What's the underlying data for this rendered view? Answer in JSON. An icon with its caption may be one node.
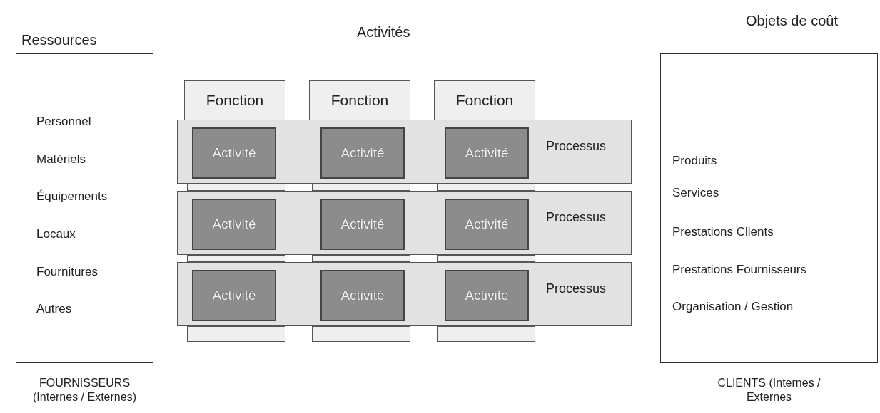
{
  "diagram": {
    "nodes": [
      {
        "text": [
          "Ressources",
          "Personnel",
          "Matériels",
          "Équipements",
          "Locaux",
          "Fournitures",
          "Autres"
        ],
        "beside": [
          "FOURNISSEURS (Internes / Externes)"
        ]
      },
      {
        "text": [
          "Fonction"
        ]
      },
      {
        "text": [
          "Fonction"
        ]
      },
      {
        "text": [
          "Fonction"
        ]
      },
      {
        "text": [
          "Processus"
        ]
      },
      {
        "text": [
          "Activité"
        ],
        "in": 4
      },
      {
        "text": [
          "Activité"
        ],
        "in": 4
      },
      {
        "text": [
          "Activité"
        ],
        "in": 4
      },
      {
        "text": [
          "Processus"
        ]
      },
      {
        "text": [
          "Activité"
        ],
        "in": 8
      },
      {
        "text": [
          "Activité"
        ],
        "in": 8
      },
      {
        "text": [
          "Activité"
        ],
        "in": 8
      },
      {
        "text": [
          "Processus"
        ]
      },
      {
        "text": [
          "Activité"
        ],
        "in": 12
      },
      {
        "text": [
          "Activité"
        ],
        "in": 12
      },
      {
        "text": [
          "Activité"
        ],
        "in": 12
      },
      {
        "text": [
          "Objets de coût",
          "Produits",
          "Services",
          "Prestations Clients",
          "Prestations Fournisseurs",
          "Organisation / Gestion"
        ],
        "beside": [
          "CLIENTS (Internes / Externes"
        ]
      },
      {
        "text": [],
        "shape": "box"
      },
      {
        "text": [],
        "shape": "box"
      },
      {
        "text": [],
        "shape": "box"
      }
    ],
    "edges": [],
    "labels": [
      "Activités"
    ]
  }
}
